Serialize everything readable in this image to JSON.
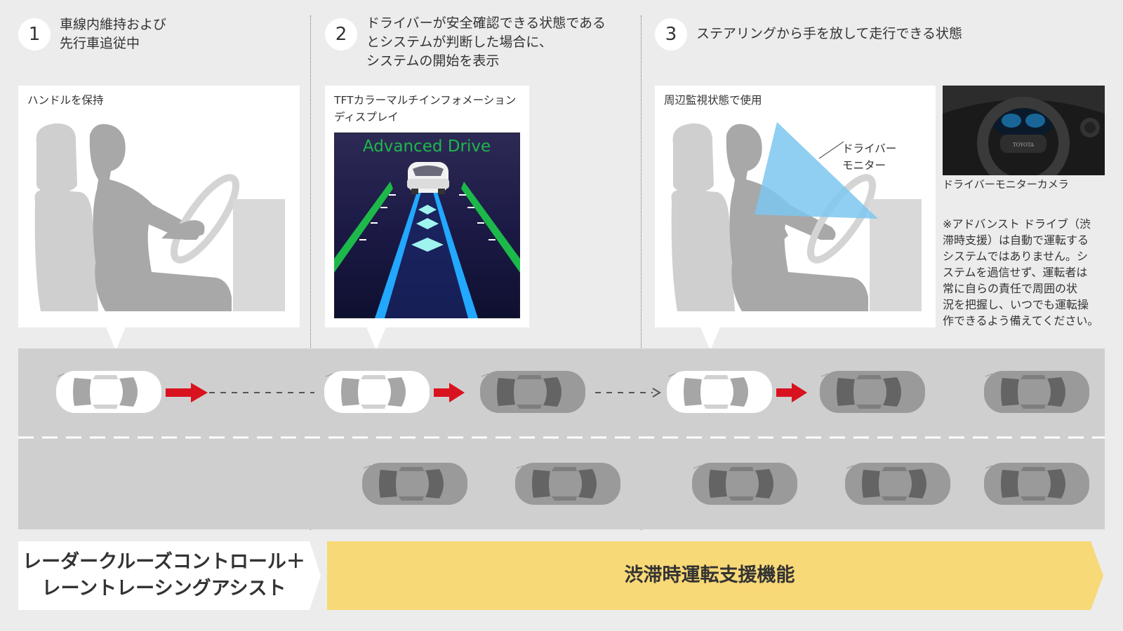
{
  "steps": [
    {
      "num": "1",
      "line1": "車線内維持および",
      "line2": "先行車追従中",
      "line3": ""
    },
    {
      "num": "2",
      "line1": "ドライバーが安全確認できる状態である",
      "line2": "とシステムが判断した場合に、",
      "line3": "システムの開始を表示"
    },
    {
      "num": "3",
      "line1": "ステアリングから手を放して走行できる状態",
      "line2": "",
      "line3": ""
    }
  ],
  "panels": {
    "p1_label": "ハンドルを保持",
    "p2_label_1": "TFTカラーマルチインフォメーション",
    "p2_label_2": "ディスプレイ",
    "p2_screen_text": "Advanced Drive",
    "p3_label": "周辺監視状態で使用",
    "monitor_label_1": "ドライバー",
    "monitor_label_2": "モニター",
    "camera_caption": "ドライバーモニターカメラ",
    "steering_logo": "TOYOTA"
  },
  "note_lines": [
    "※アドバンスト ドライブ（渋",
    "滞時支援）は自動で運転する",
    "システムではありません。シ",
    "ステムを過信せず、運転者は",
    "常に自らの責任で周囲の状",
    "況を把握し、いつでも運転操",
    "作できるよう備えてください。"
  ],
  "bottom": {
    "left_line1": "レーダークルーズコントロール＋",
    "left_line2": "レーントレーシングアシスト",
    "right_label": "渋滞時運転支援機能"
  },
  "colors": {
    "background": "#ececec",
    "road": "#cfcfcf",
    "arrow_red": "#d9121f",
    "banner_yellow": "#f8d977",
    "monitor_blue": "#7cc7ee",
    "screen_green": "#1db84a",
    "screen_lane": "#22a8ff"
  }
}
